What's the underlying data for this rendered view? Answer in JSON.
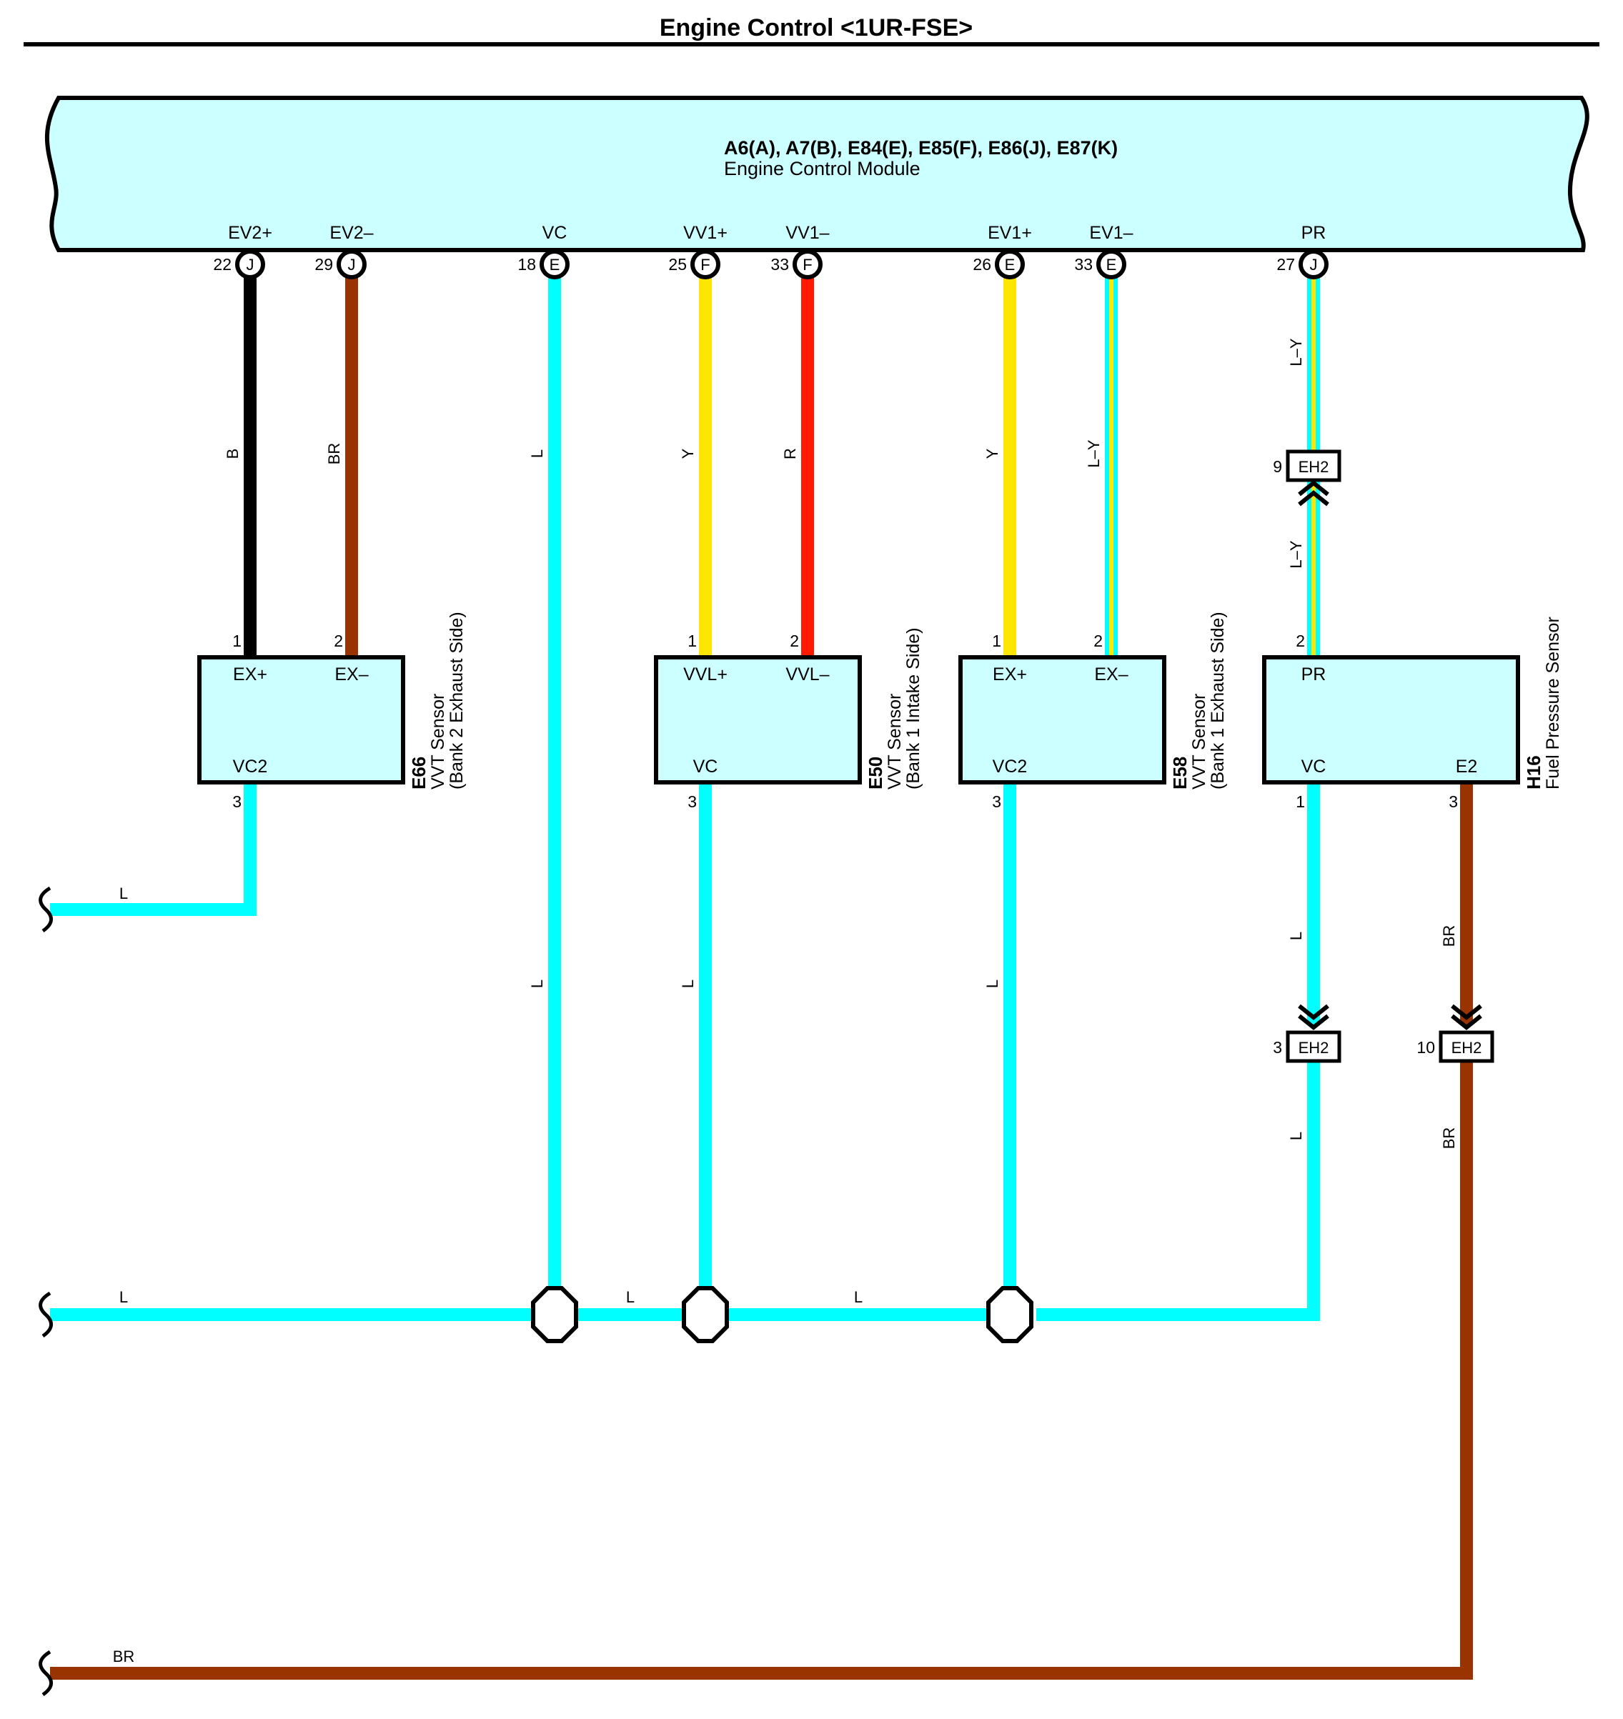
{
  "title": "Engine Control <1UR-FSE>",
  "ecm": {
    "connectors": "A6(A), A7(B), E84(E), E85(F), E86(J), E87(K)",
    "name": "Engine Control Module",
    "pins": [
      {
        "label": "EV2+",
        "number": "22",
        "connector": "J"
      },
      {
        "label": "EV2–",
        "number": "29",
        "connector": "J"
      },
      {
        "label": "VC",
        "number": "18",
        "connector": "E"
      },
      {
        "label": "VV1+",
        "number": "25",
        "connector": "F"
      },
      {
        "label": "VV1–",
        "number": "33",
        "connector": "F"
      },
      {
        "label": "EV1+",
        "number": "26",
        "connector": "E"
      },
      {
        "label": "EV1–",
        "number": "33",
        "connector": "E"
      },
      {
        "label": "PR",
        "number": "27",
        "connector": "J"
      }
    ]
  },
  "wires": [
    {
      "color_code": "B",
      "hex": "#000000"
    },
    {
      "color_code": "BR",
      "hex": "#993300"
    },
    {
      "color_code": "L",
      "hex": "#00ffff"
    },
    {
      "color_code": "Y",
      "hex": "#ffe600"
    },
    {
      "color_code": "R",
      "hex": "#ff1a00"
    },
    {
      "color_code": "Y",
      "hex": "#ffe600"
    },
    {
      "color_code": "L–Y",
      "hex": "#00ffff",
      "stripe": "#ffe600"
    },
    {
      "color_code": "L–Y",
      "hex": "#00ffff",
      "stripe": "#ffe600"
    }
  ],
  "lower_wires": {
    "e66_vc2": "L",
    "ecm_vc_lower": "L",
    "e50_vc": "L",
    "e58_vc2": "L",
    "h16_vc_upper": "L",
    "h16_vc_lower": "L",
    "h16_e2_upper": "BR",
    "h16_e2_lower": "BR",
    "pr_lower": "L–Y",
    "bus_left": "L",
    "bus_mid1": "L",
    "bus_mid2": "L",
    "left_stub": "L",
    "ground_bottom": "BR"
  },
  "components": [
    {
      "id": "E66",
      "name": "VVT Sensor",
      "desc": "(Bank 2 Exhaust Side)",
      "top_pins": [
        {
          "num": "1",
          "label": "EX+"
        },
        {
          "num": "2",
          "label": "EX–"
        }
      ],
      "bottom_pins": [
        {
          "num": "3",
          "label": "VC2"
        }
      ]
    },
    {
      "id": "E50",
      "name": "VVT Sensor",
      "desc": "(Bank 1 Intake Side)",
      "top_pins": [
        {
          "num": "1",
          "label": "VVL+"
        },
        {
          "num": "2",
          "label": "VVL–"
        }
      ],
      "bottom_pins": [
        {
          "num": "3",
          "label": "VC"
        }
      ]
    },
    {
      "id": "E58",
      "name": "VVT Sensor",
      "desc": "(Bank 1 Exhaust Side)",
      "top_pins": [
        {
          "num": "1",
          "label": "EX+"
        },
        {
          "num": "2",
          "label": "EX–"
        }
      ],
      "bottom_pins": [
        {
          "num": "3",
          "label": "VC2"
        }
      ]
    },
    {
      "id": "H16",
      "name": "Fuel Pressure Sensor",
      "desc": "",
      "top_pins": [
        {
          "num": "2",
          "label": "PR"
        }
      ],
      "bottom_pins": [
        {
          "num": "1",
          "label": "VC"
        },
        {
          "num": "3",
          "label": "E2"
        }
      ]
    }
  ],
  "junction_connectors": [
    {
      "name": "EH2",
      "pin": "9"
    },
    {
      "name": "EH2",
      "pin": "3"
    },
    {
      "name": "EH2",
      "pin": "10"
    }
  ],
  "colors": {
    "module_fill": "#ccffff",
    "wire_L": "#00ffff",
    "wire_B": "#000000",
    "wire_BR": "#993300",
    "wire_Y": "#ffe600",
    "wire_R": "#ff1a00"
  },
  "icons": [
    "splice-point-icon",
    "wire-break-icon",
    "connector-arrow-icon"
  ]
}
